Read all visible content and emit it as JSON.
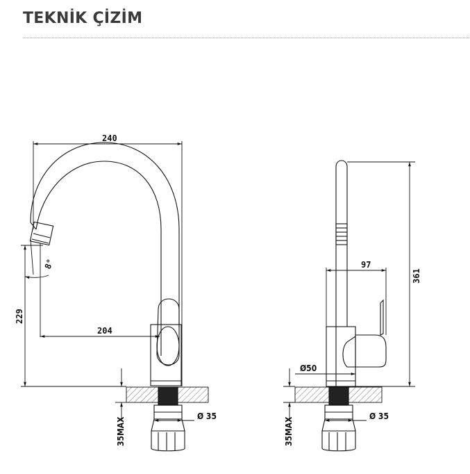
{
  "header": {
    "title": "TEKNİK ÇİZİM"
  },
  "dimensions": {
    "front": {
      "width_total": "240",
      "spout_reach": "204",
      "height_to_outlet": "229",
      "spray_angle": "8°",
      "hose_diameter": "Ø 35",
      "counter_max": "35MAX"
    },
    "side": {
      "total_height": "361",
      "body_depth": "97",
      "base_diameter": "Ø50",
      "hose_diameter": "Ø 35",
      "counter_max": "35MAX"
    }
  }
}
